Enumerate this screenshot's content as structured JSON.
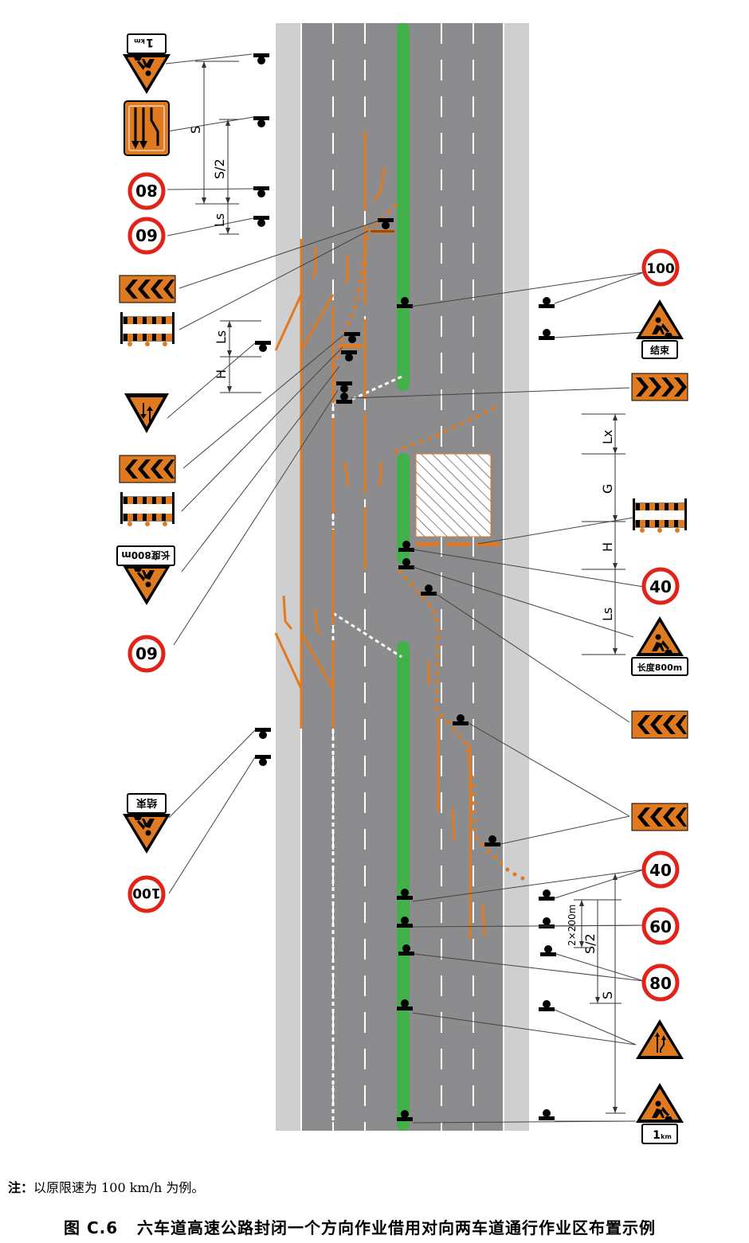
{
  "signs": {
    "speed_80": "80",
    "speed_60": "60",
    "speed_100": "100",
    "speed_40": "40",
    "distance_1km": "1",
    "distance_km_unit": "km",
    "end_label": "结束",
    "length_label": "长度800m"
  },
  "dimensions": {
    "s": "S",
    "s_half": "S/2",
    "ls": "Ls",
    "h": "H",
    "g": "G",
    "lx": "Lx",
    "two_x_200": "2×200m"
  },
  "note": {
    "prefix": "注：",
    "text": "以原限速为 100 km/h 为例。"
  },
  "caption": {
    "number": "图 C.6",
    "title": "六车道高速公路封闭一个方向作业借用对向两车道通行作业区布置示例"
  },
  "colors": {
    "road": "#8c8b8d",
    "shoulder": "#cfcfd0",
    "median": "#43b14a",
    "sign_orange": "#e07a21",
    "speed_red": "#e2231a",
    "cone": "#e07a21"
  }
}
